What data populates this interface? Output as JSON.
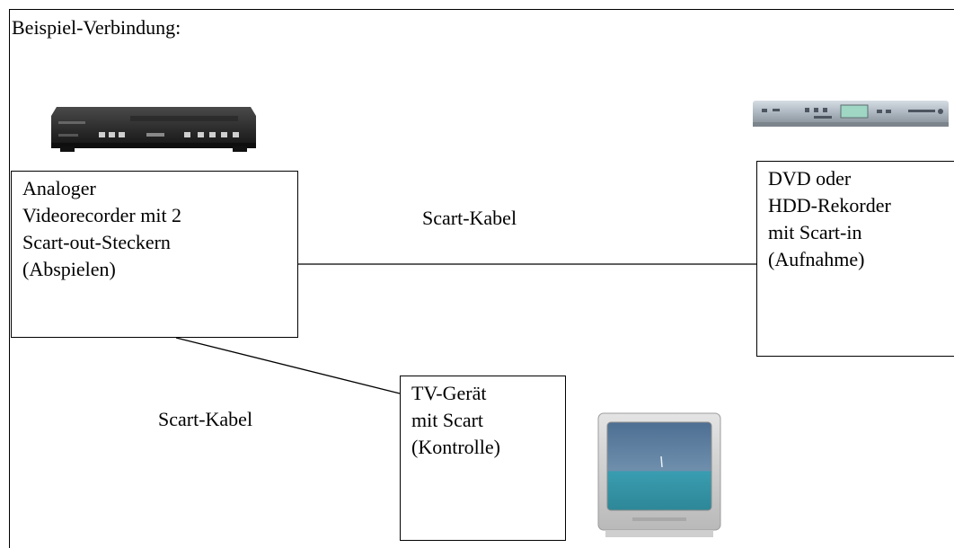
{
  "diagram_title": "Beispiel-Verbindung:",
  "nodes": {
    "vcr": {
      "lines": [
        "Analoger",
        "Videorecorder mit 2",
        "Scart-out-Steckern",
        "(Abspielen)"
      ]
    },
    "dvd": {
      "lines": [
        "DVD oder",
        "HDD-Rekorder",
        "mit Scart-in",
        "(Aufnahme)"
      ]
    },
    "tv": {
      "lines": [
        "TV-Gerät",
        "mit Scart",
        "(Kontrolle)"
      ]
    }
  },
  "edges": [
    {
      "from": "vcr",
      "to": "dvd",
      "label": "Scart-Kabel"
    },
    {
      "from": "vcr",
      "to": "tv",
      "label": "Scart-Kabel"
    }
  ]
}
